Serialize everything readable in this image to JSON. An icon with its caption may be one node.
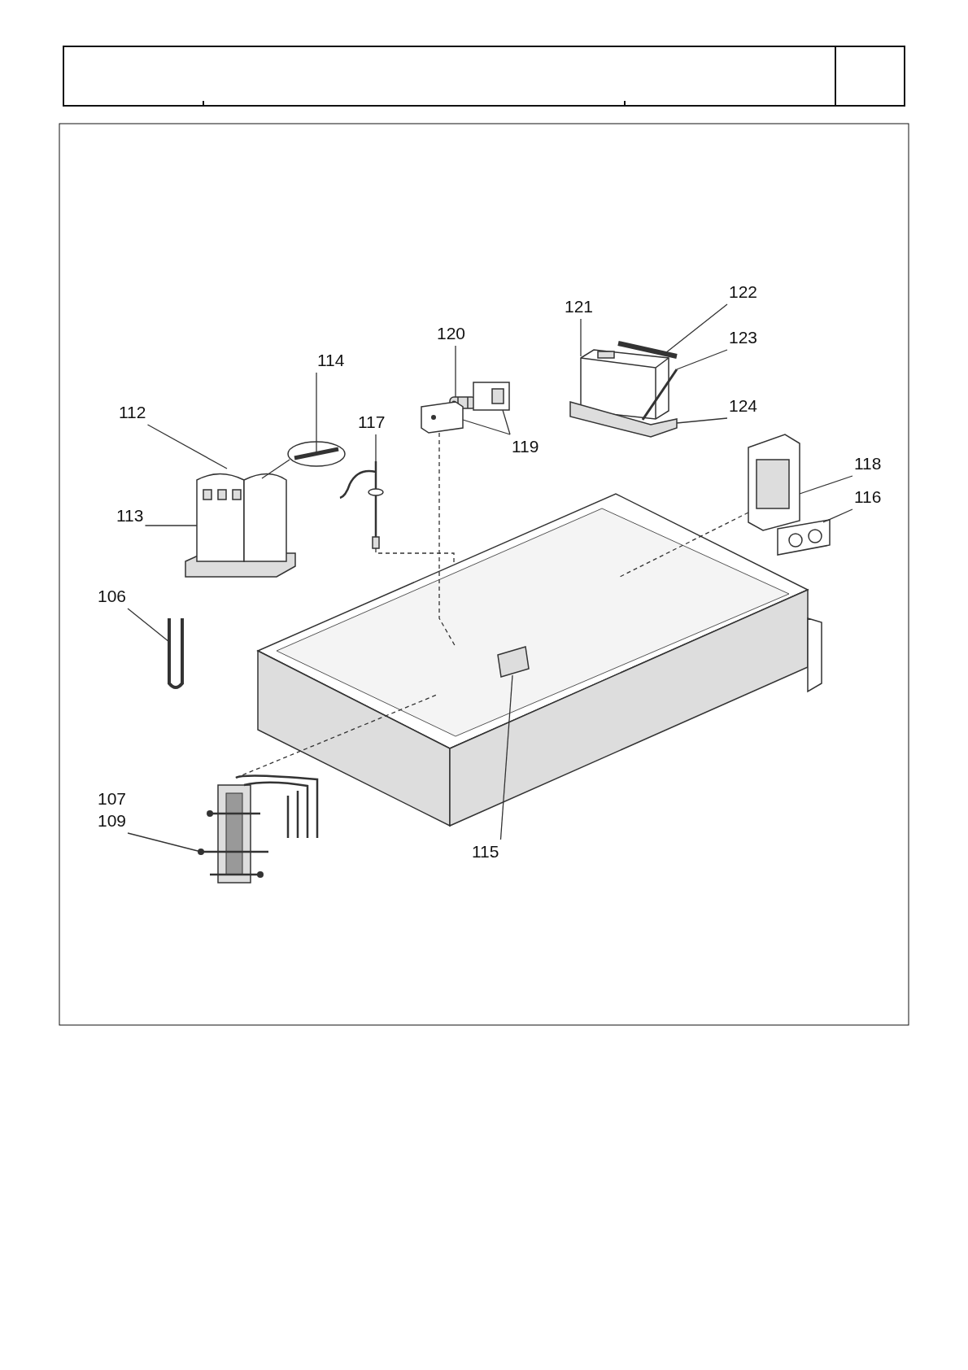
{
  "diagram": {
    "nodes": [
      {
        "text": [
          "112"
        ]
      },
      {
        "text": [
          "113"
        ]
      },
      {
        "text": [
          "114"
        ]
      },
      {
        "text": [
          "117"
        ]
      },
      {
        "text": [
          "120"
        ]
      },
      {
        "text": [
          "119"
        ]
      },
      {
        "text": [
          "121"
        ]
      },
      {
        "text": [
          "122"
        ]
      },
      {
        "text": [
          "123"
        ]
      },
      {
        "text": [
          "124"
        ]
      },
      {
        "text": [
          "118"
        ]
      },
      {
        "text": [
          "116"
        ]
      },
      {
        "text": [
          "106"
        ]
      },
      {
        "text": [
          "107",
          "109"
        ]
      },
      {
        "text": [
          "115"
        ]
      },
      {
        "text": [],
        "shape": "picture"
      },
      {
        "text": [],
        "shape": "picture"
      },
      {
        "text": [],
        "shape": "picture"
      },
      {
        "text": [],
        "shape": "picture"
      },
      {
        "text": [],
        "shape": "picture"
      },
      {
        "text": [],
        "shape": "picture"
      },
      {
        "text": [],
        "shape": "picture"
      },
      {
        "text": [],
        "shape": "picture"
      },
      {
        "text": [],
        "shape": "picture"
      },
      {
        "text": [],
        "shape": "picture"
      },
      {
        "text": [],
        "shape": "picture"
      },
      {
        "text": [],
        "shape": "picture"
      },
      {
        "text": [],
        "shape": "picture"
      },
      {
        "text": [],
        "shape": "picture"
      },
      {
        "text": [],
        "shape": "picture",
        "in": 30
      },
      {
        "text": [],
        "shape": "picture"
      }
    ],
    "edges": [
      {
        "from": 0,
        "to": 15,
        "arrow": "none"
      },
      {
        "from": 1,
        "to": 15,
        "arrow": "none"
      },
      {
        "from": 2,
        "to": 16,
        "arrow": "none"
      },
      {
        "from": 3,
        "to": 17,
        "arrow": "none"
      },
      {
        "from": 4,
        "to": 18,
        "arrow": "none"
      },
      {
        "from": 5,
        "to": 19,
        "arrow": "none"
      },
      {
        "from": 5,
        "to": 20,
        "arrow": "none"
      },
      {
        "from": 6,
        "to": 21,
        "arrow": "none"
      },
      {
        "from": 7,
        "to": 22,
        "arrow": "none"
      },
      {
        "from": 8,
        "to": 23,
        "arrow": "none"
      },
      {
        "from": 9,
        "to": 24,
        "arrow": "none"
      },
      {
        "from": 10,
        "to": 25,
        "arrow": "none"
      },
      {
        "from": 11,
        "to": 26,
        "arrow": "none"
      },
      {
        "from": 12,
        "to": 27,
        "arrow": "none"
      },
      {
        "from": 13,
        "to": 28,
        "arrow": "none"
      },
      {
        "from": 14,
        "to": 29,
        "arrow": "none"
      },
      {
        "from": 16,
        "to": 15,
        "arrow": "none"
      },
      {
        "from": 17,
        "to": 30,
        "arrow": "none",
        "style": "dashed"
      },
      {
        "from": 25,
        "to": 30,
        "arrow": "none",
        "style": "dashed"
      },
      {
        "from": 28,
        "to": 30,
        "arrow": "none",
        "style": "dashed"
      },
      {
        "from": 19,
        "to": 30,
        "arrow": "none",
        "style": "dashed"
      }
    ]
  }
}
